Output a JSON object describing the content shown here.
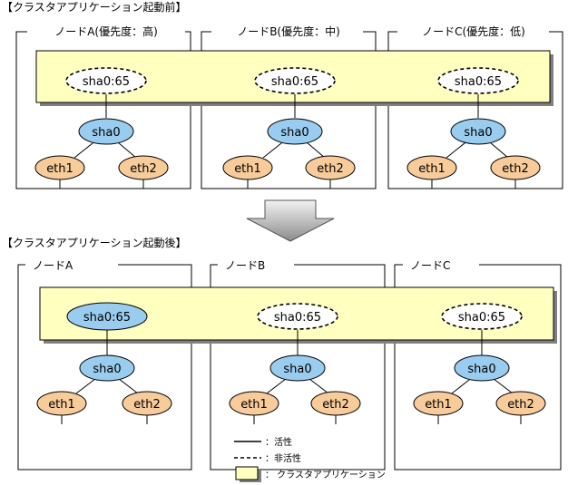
{
  "before": {
    "title": "【クラスタアプリケーション起動前】",
    "nodes": [
      {
        "label": "ノードA(優先度：高)",
        "ip_label": "sha0:65",
        "ip_active": false,
        "sha_label": "sha0",
        "eth": [
          "eth1",
          "eth2"
        ]
      },
      {
        "label": "ノードB(優先度：中)",
        "ip_label": "sha0:65",
        "ip_active": false,
        "sha_label": "sha0",
        "eth": [
          "eth1",
          "eth2"
        ]
      },
      {
        "label": "ノードC(優先度：低)",
        "ip_label": "sha0:65",
        "ip_active": false,
        "sha_label": "sha0",
        "eth": [
          "eth1",
          "eth2"
        ]
      }
    ]
  },
  "after": {
    "title": "【クラスタアプリケーション起動後】",
    "nodes": [
      {
        "label": "ノードA",
        "ip_label": "sha0:65",
        "ip_active": true,
        "sha_label": "sha0",
        "eth": [
          "eth1",
          "eth2"
        ]
      },
      {
        "label": "ノードB",
        "ip_label": "sha0:65",
        "ip_active": false,
        "sha_label": "sha0",
        "eth": [
          "eth1",
          "eth2"
        ]
      },
      {
        "label": "ノードC",
        "ip_label": "sha0:65",
        "ip_active": false,
        "sha_label": "sha0",
        "eth": [
          "eth1",
          "eth2"
        ]
      }
    ]
  },
  "legend": {
    "active": "：活性",
    "inactive": "：非活性",
    "app": "： クラスタアプリケーション"
  },
  "colors": {
    "app_fill": "#ffffc0",
    "sha_fill": "#99ccee",
    "eth_fill": "#f8cc9a",
    "active_ip_fill": "#99ccee",
    "arrow_light": "#f2f2f2",
    "arrow_dark": "#8c8c8c"
  }
}
